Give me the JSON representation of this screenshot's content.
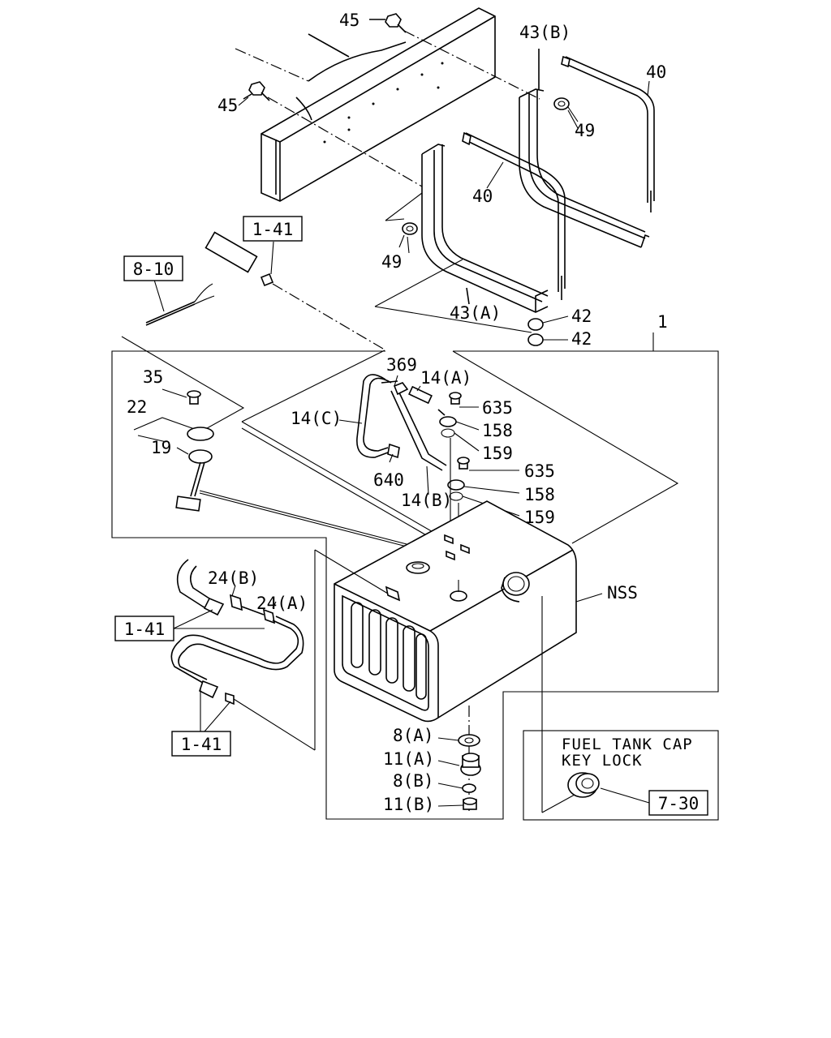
{
  "labels": {
    "p45_top": "45",
    "p45_left": "45",
    "p43b": "43(B)",
    "p40_right": "40",
    "p49_right": "49",
    "p40_mid": "40",
    "p49_left": "49",
    "p43a": "43(A)",
    "p42_a": "42",
    "p42_b": "42",
    "p1": "1",
    "p369": "369",
    "p14a": "14(A)",
    "p635_a": "635",
    "p158_a": "158",
    "p159_a": "159",
    "p14c": "14(C)",
    "p640": "640",
    "p14b": "14(B)",
    "p635_b": "635",
    "p158_b": "158",
    "p159_b": "159",
    "p35": "35",
    "p22": "22",
    "p19": "19",
    "p24b": "24(B)",
    "p24a": "24(A)",
    "nss": "NSS",
    "p8a": "8(A)",
    "p11a": "11(A)",
    "p8b": "8(B)",
    "p11b": "11(B)"
  },
  "refs": {
    "ref_1_41_top": "1-41",
    "ref_8_10": "8-10",
    "ref_1_41_mid": "1-41",
    "ref_1_41_bottom": "1-41",
    "ref_7_30": "7-30"
  },
  "note": {
    "line1": "FUEL TANK CAP",
    "line2": "KEY LOCK"
  }
}
